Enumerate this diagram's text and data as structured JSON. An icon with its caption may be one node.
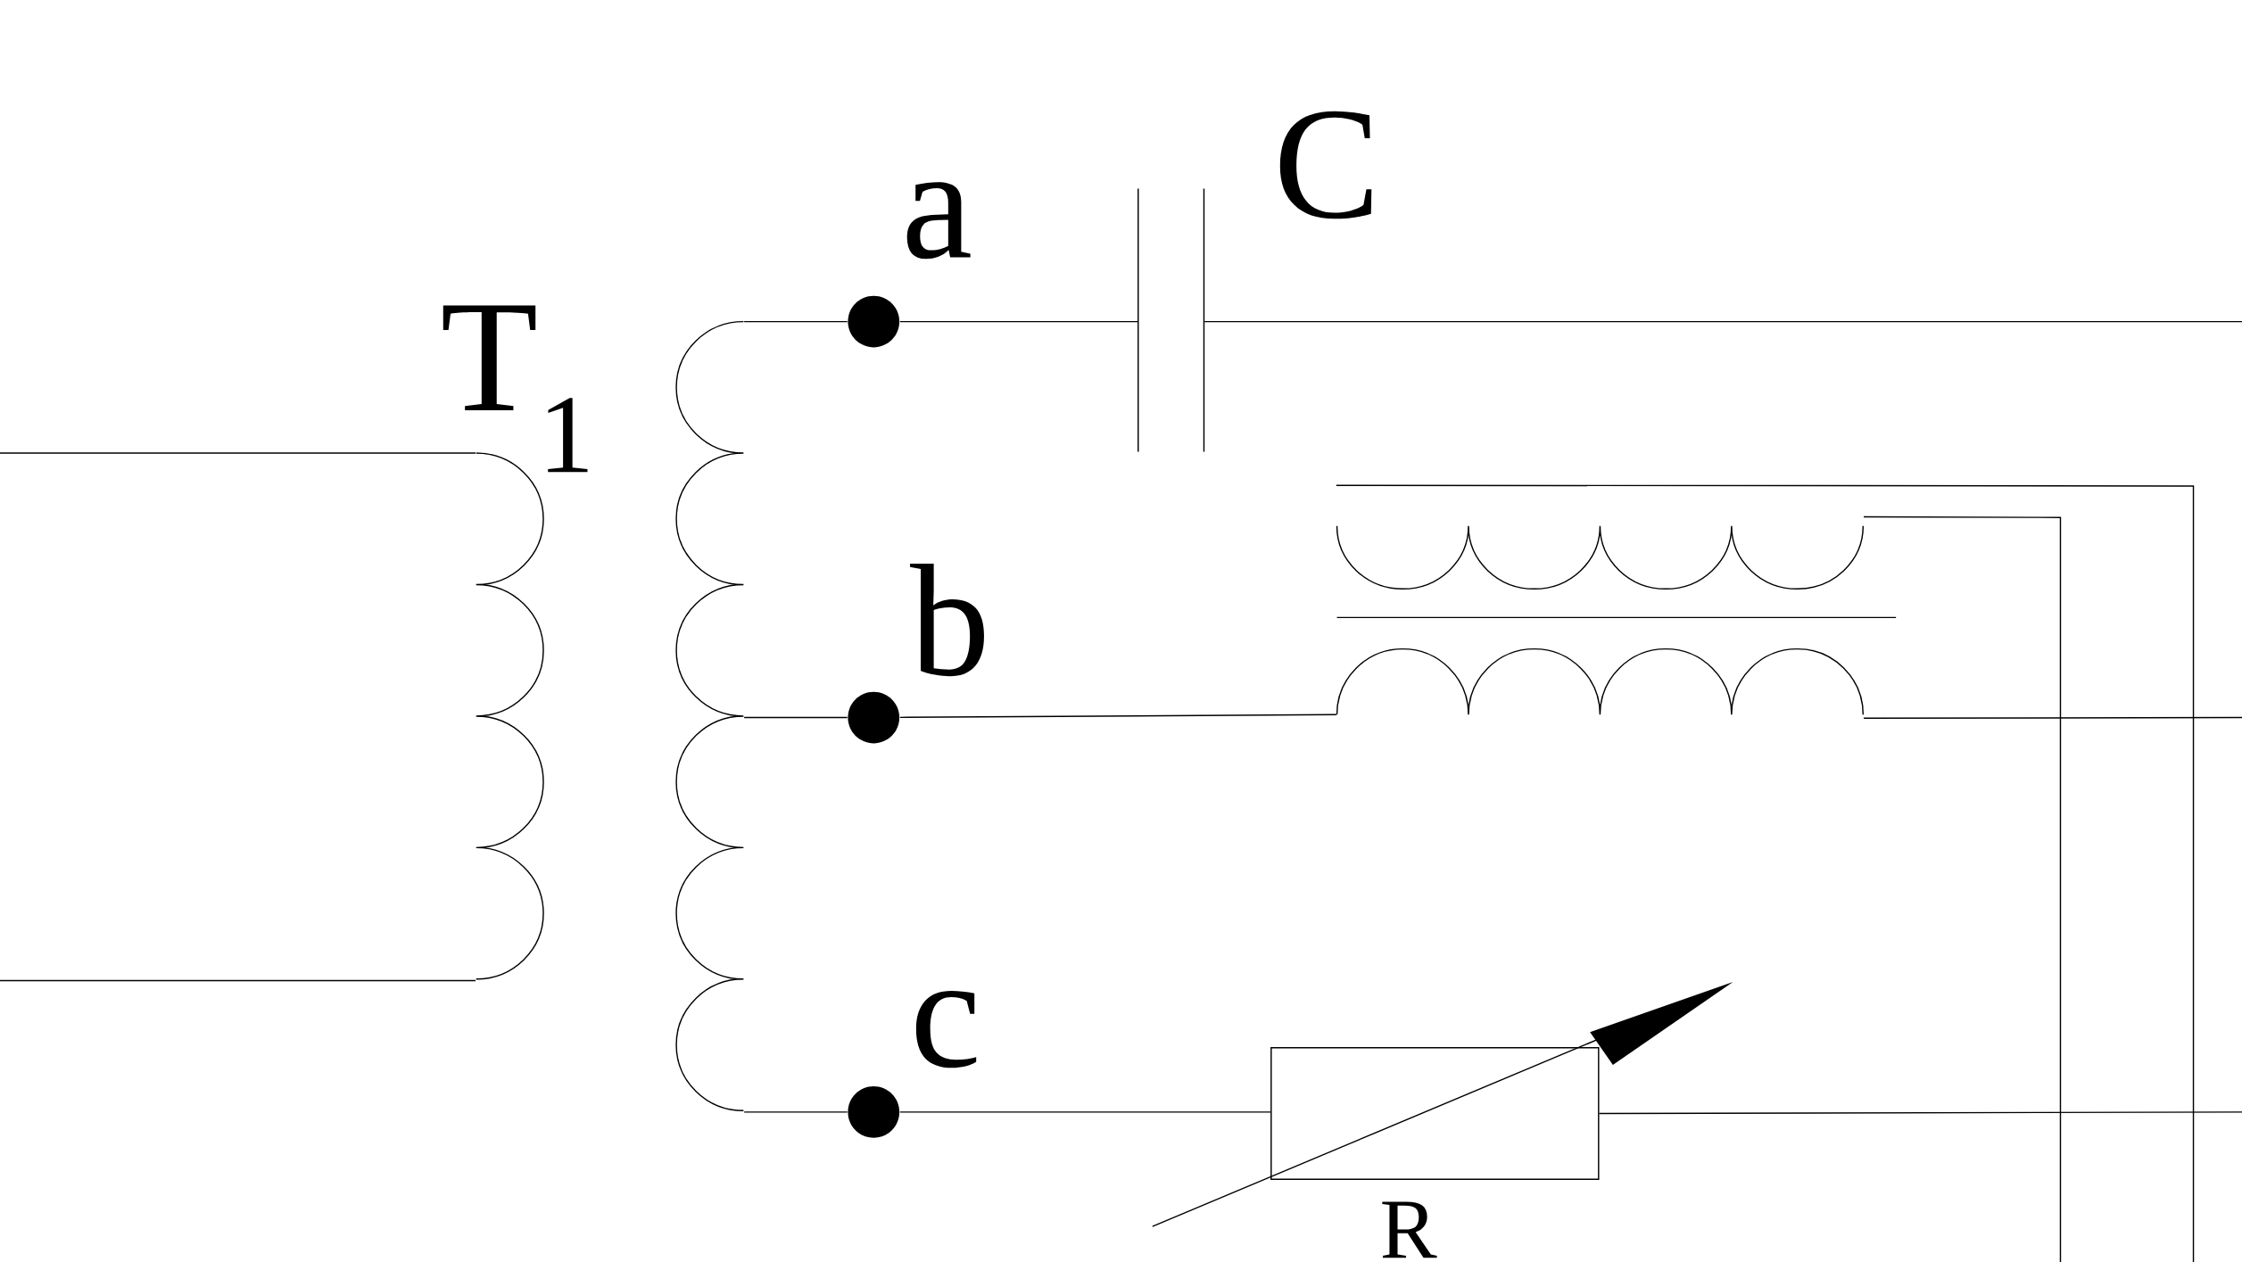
{
  "diagram": {
    "nodes": [
      {
        "text": [
          "T$_{1}$"
        ]
      },
      {
        "text": [],
        "shape": "circle",
        "beside": [
          "a"
        ]
      },
      {
        "text": [],
        "shape": "circle",
        "beside": [
          "b"
        ]
      },
      {
        "text": [],
        "shape": "circle",
        "beside": [
          "c"
        ]
      },
      {
        "text": [
          "C"
        ]
      },
      {
        "text": [],
        "shape": "coil"
      },
      {
        "text": [
          "R"
        ]
      }
    ],
    "edges": [
      {
        "from": null,
        "to": 0,
        "arrow": "none"
      },
      {
        "from": null,
        "to": 0,
        "arrow": "none"
      },
      {
        "from": 0,
        "to": 1,
        "arrow": "none"
      },
      {
        "from": 0,
        "to": 2,
        "arrow": "none"
      },
      {
        "from": 0,
        "to": 3,
        "arrow": "none"
      },
      {
        "from": 1,
        "to": 4,
        "arrow": "none"
      },
      {
        "from": 4,
        "to": null,
        "arrow": "none"
      },
      {
        "from": 2,
        "to": 5,
        "arrow": "none"
      },
      {
        "from": 5,
        "to": null,
        "arrow": "none"
      },
      {
        "from": 5,
        "to": null,
        "arrow": "none"
      },
      {
        "from": 5,
        "to": null,
        "arrow": "none"
      },
      {
        "from": 3,
        "to": 6,
        "arrow": "none"
      },
      {
        "from": 6,
        "to": null,
        "arrow": "none"
      }
    ]
  }
}
